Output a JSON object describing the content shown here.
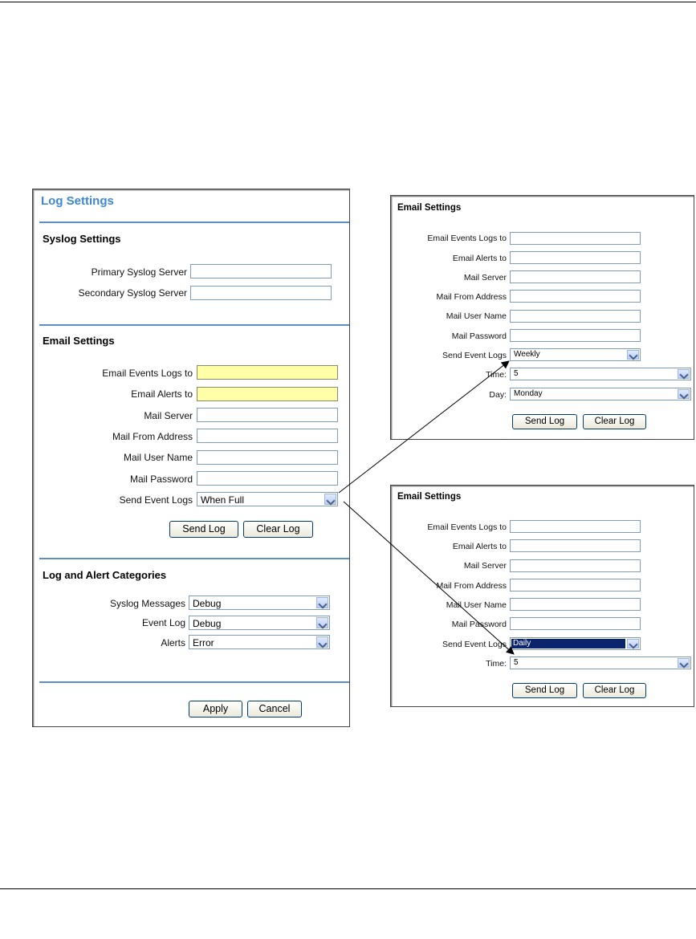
{
  "main": {
    "title": "Log Settings",
    "syslog": {
      "heading": "Syslog Settings",
      "primary_label": "Primary Syslog Server",
      "secondary_label": "Secondary Syslog Server"
    },
    "email": {
      "heading": "Email Settings",
      "events_to_label": "Email Events Logs to",
      "alerts_to_label": "Email Alerts to",
      "server_label": "Mail Server",
      "from_label": "Mail From Address",
      "user_label": "Mail User Name",
      "password_label": "Mail Password",
      "send_label": "Send Event Logs",
      "send_value": "When Full",
      "send_log_button": "Send Log",
      "clear_log_button": "Clear Log"
    },
    "categories": {
      "heading": "Log and Alert Categories",
      "syslog_label": "Syslog Messages",
      "syslog_value": "Debug",
      "event_label": "Event Log",
      "event_value": "Debug",
      "alerts_label": "Alerts",
      "alerts_value": "Error"
    },
    "apply_button": "Apply",
    "cancel_button": "Cancel"
  },
  "weekly": {
    "heading": "Email Settings",
    "events_to_label": "Email Events Logs to",
    "alerts_to_label": "Email Alerts to",
    "server_label": "Mail Server",
    "from_label": "Mail From Address",
    "user_label": "Mail User Name",
    "password_label": "Mail Password",
    "send_label": "Send Event Logs",
    "send_value": "Weekly",
    "time_label": "Time:",
    "time_value": "5",
    "day_label": "Day:",
    "day_value": "Monday",
    "send_log_button": "Send Log",
    "clear_log_button": "Clear Log"
  },
  "daily": {
    "heading": "Email Settings",
    "events_to_label": "Email Events Logs to",
    "alerts_to_label": "Email Alerts to",
    "server_label": "Mail Server",
    "from_label": "Mail From Address",
    "user_label": "Mail User Name",
    "password_label": "Mail Password",
    "send_label": "Send Event Logs",
    "send_value": "Daily",
    "time_label": "Time:",
    "time_value": "5",
    "send_log_button": "Send Log",
    "clear_log_button": "Clear Log"
  },
  "colors": {
    "title_blue": "#3d87d6",
    "rule_blue": "#5a8ec4",
    "required_yellow": "#ffffa8",
    "selection_navy": "#0b246b"
  }
}
